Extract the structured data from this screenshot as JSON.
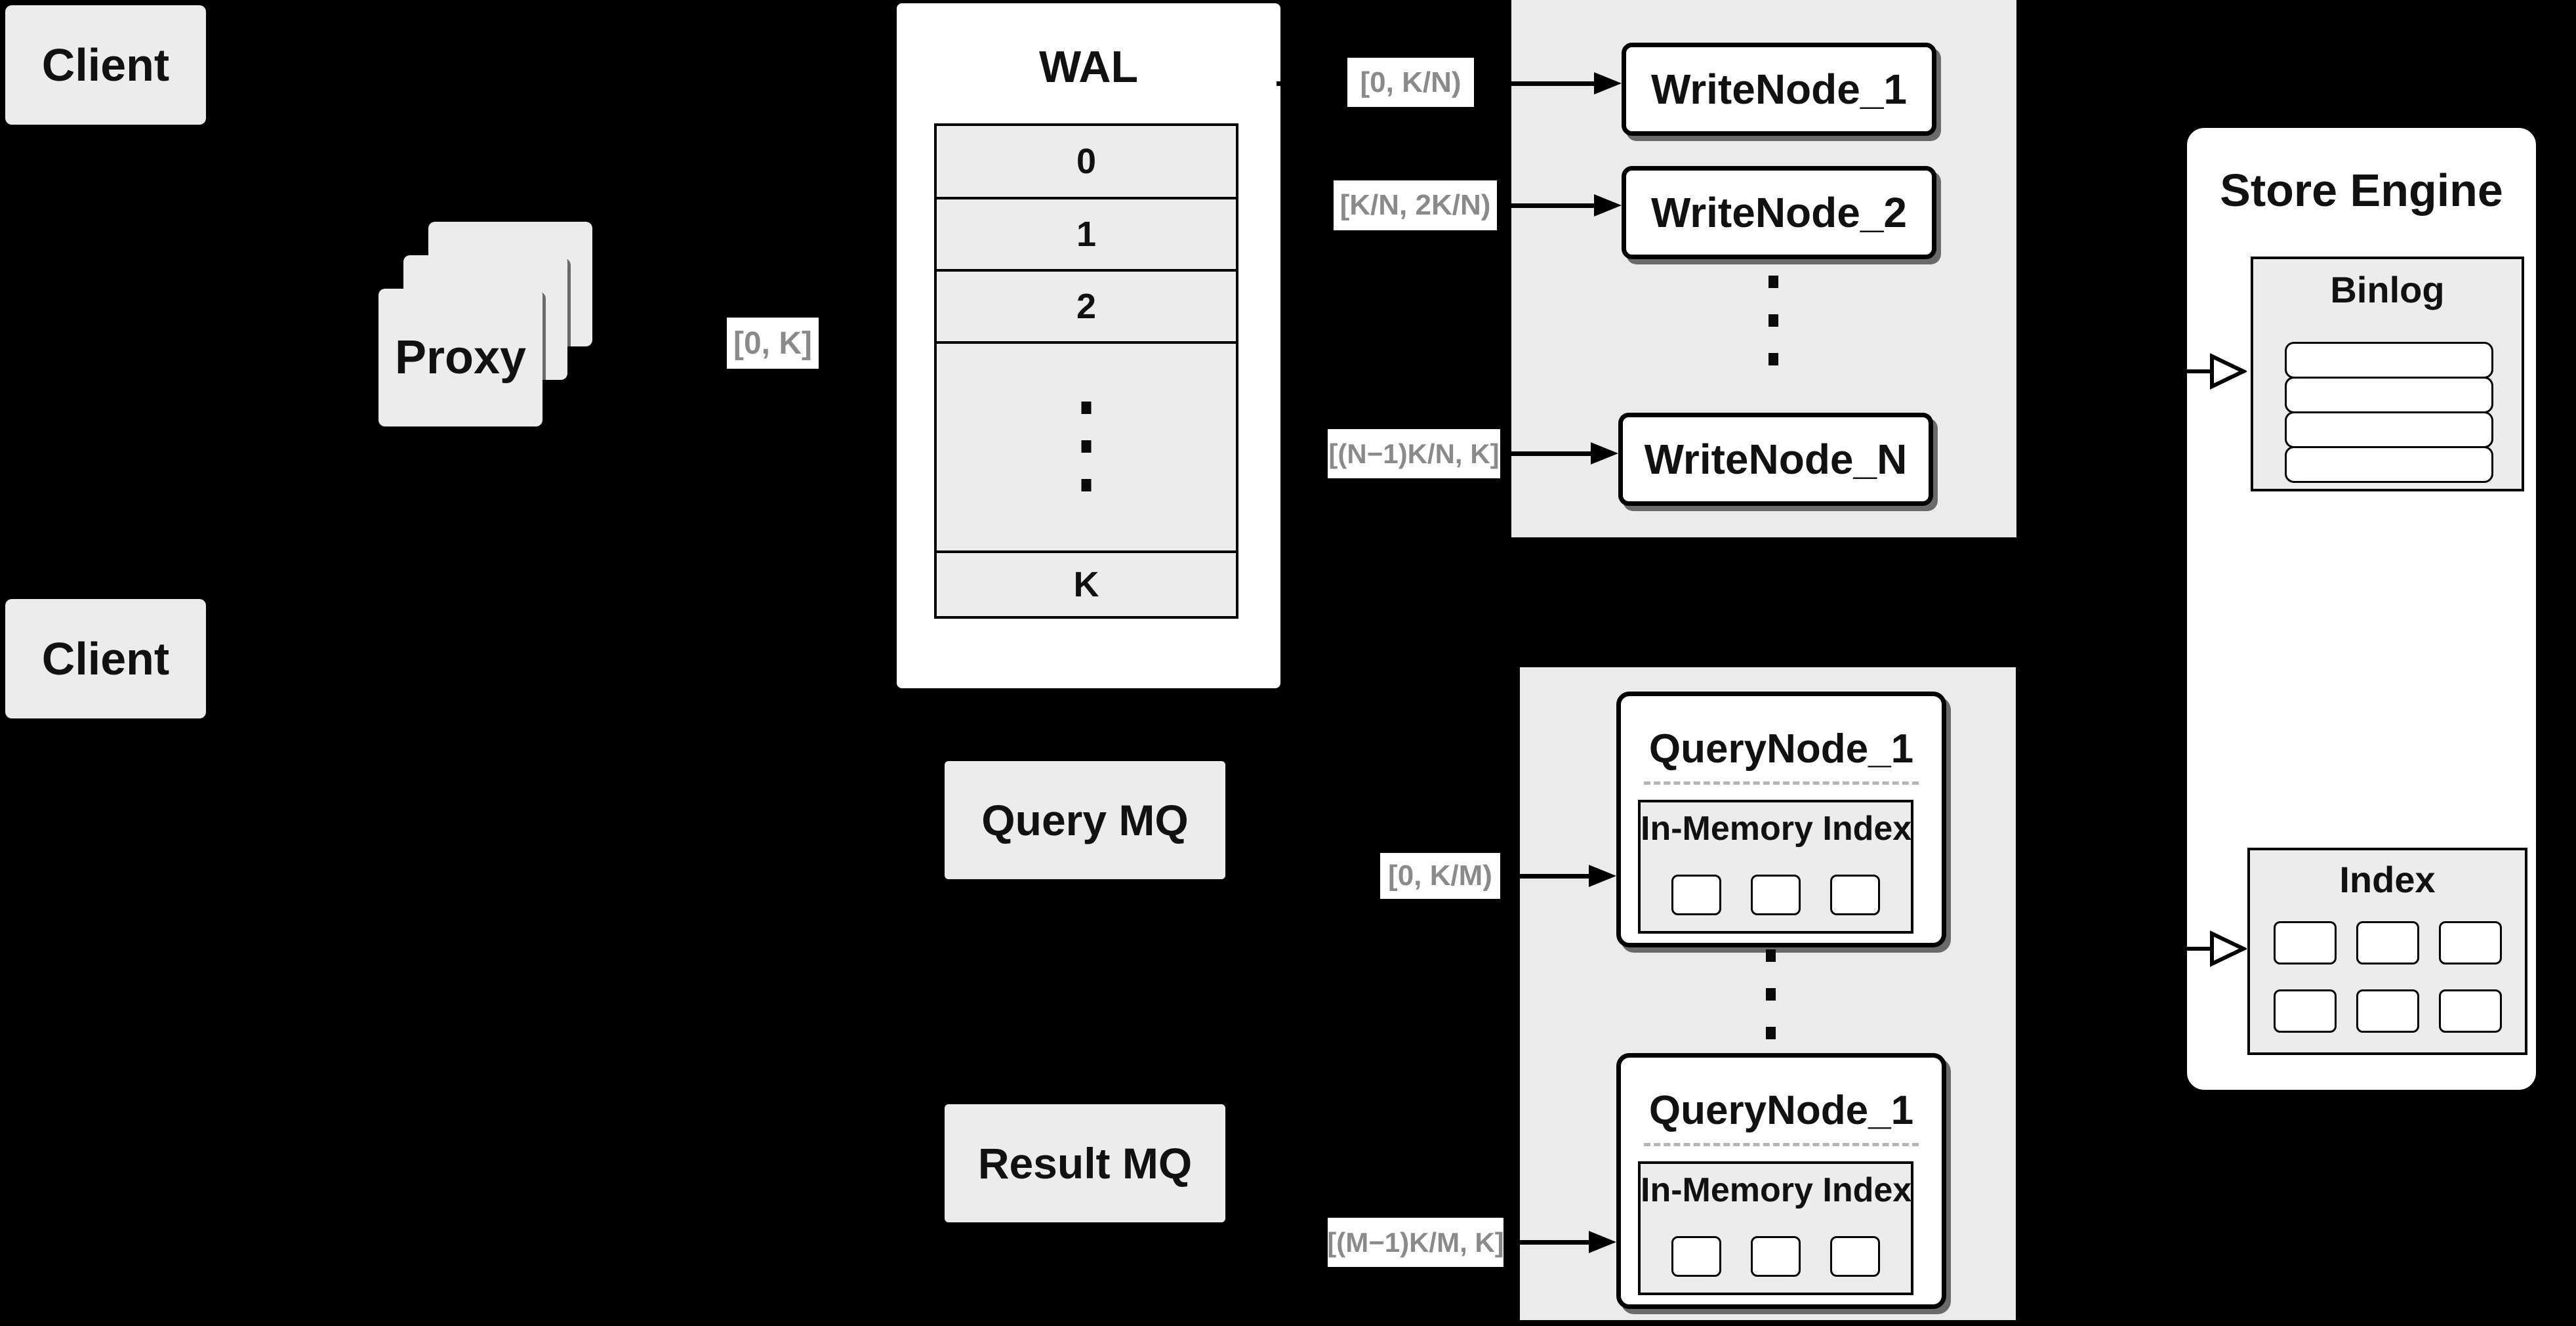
{
  "nodes": {
    "client_top": {
      "label": "Client"
    },
    "client_bottom": {
      "label": "Client"
    },
    "proxy": {
      "label": "Proxy"
    },
    "wal": {
      "title": "WAL",
      "segments": [
        "0",
        "1",
        "2",
        "K"
      ]
    },
    "write_group": {
      "nodes": [
        "WriteNode_1",
        "WriteNode_2",
        "WriteNode_N"
      ]
    },
    "query_group": {
      "nodes": [
        "QueryNode_1",
        "QueryNode_1"
      ],
      "inner_title": "In-Memory Index"
    },
    "query_mq": {
      "label": "Query MQ"
    },
    "result_mq": {
      "label": "Result MQ"
    },
    "store_engine": {
      "title": "Store Engine",
      "binlog_title": "Binlog",
      "index_title": "Index"
    }
  },
  "range_labels": {
    "proxy_out": "[0, K]",
    "write_1": "[0, K/N)",
    "write_2": "[K/N, 2K/N)",
    "write_n": "[(N−1)K/N, K]",
    "query_1": "[0, K/M)",
    "query_m": "[(M−1)K/M, K]"
  },
  "colors": {
    "background": "#000000",
    "box_fill": "#ececec",
    "white": "#ffffff",
    "border": "#000000",
    "range_text": "#8a8a8a"
  }
}
